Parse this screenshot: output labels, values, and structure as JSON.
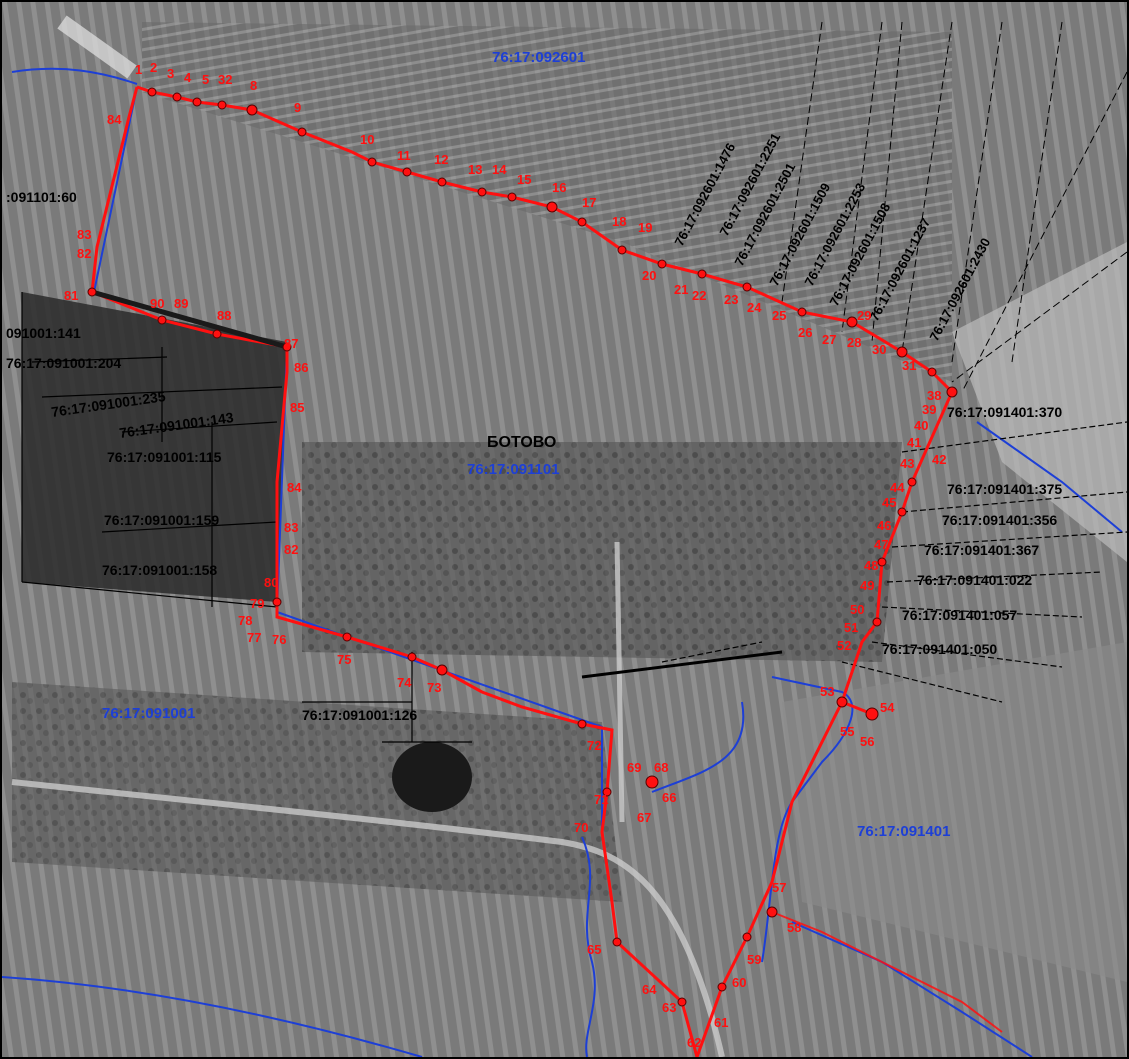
{
  "colors": {
    "boundary": "#ff1010",
    "cadastre_blue": "#1d3fd6",
    "parcel_black": "#000000",
    "aerial_base": "#6f6f6f"
  },
  "place": {
    "name": "БОТОВО"
  },
  "blue_labels": {
    "quarter_north": "76:17:092601",
    "quarter_village": "76:17:091101",
    "quarter_west": "76:17:091001",
    "quarter_east": "76:17:091401"
  },
  "parcels_left": {
    "p1": ":091101:60",
    "p2": "091001:141",
    "p3": "76:17:091001:204",
    "p4": "76:17:091001:235",
    "p5": "76:17:091001:143",
    "p6": "76:17:091001:115",
    "p7": "76:17:091001:159",
    "p8": "76:17:091001:158",
    "p9": "76:17:091001:126"
  },
  "parcels_right": {
    "r1": "76:17:091401:370",
    "r2": "76:17:091401:375",
    "r3": "76:17:091401:356",
    "r4": "76:17:091401:367",
    "r5": "76:17:091401:022",
    "r6": "76:17:091401:057",
    "r7": "76:17:091401:050"
  },
  "parcels_diagonal": {
    "d1": "76:17:092601:1476",
    "d2": "76:17:092601:2251",
    "d3": "76:17:092601:2501",
    "d4": "76:17:092601:1509",
    "d5": "76:17:092601:2253",
    "d6": "76:17:092601:1508",
    "d7": "76:17:092601:1237",
    "d8": "76:17:092601:2430"
  },
  "point_labels": {
    "t1": "1",
    "t2": "2",
    "t3": "3",
    "t4": "4",
    "t5": "5",
    "t6": "32",
    "t7": "8",
    "t8": "9",
    "t9": "10",
    "t10": "11",
    "t11": "12",
    "t12": "13",
    "t13": "14",
    "t14": "15",
    "t15": "16",
    "t16": "17",
    "t17": "18",
    "t18": "19",
    "t19": "20",
    "t20": "21",
    "t21": "22",
    "t22": "23",
    "t23": "24",
    "t24": "25",
    "t25": "26",
    "t26": "27",
    "t27": "28",
    "t28": "29",
    "t29": "30",
    "t30": "31",
    "e1": "38",
    "e2": "39",
    "e3": "40",
    "e4": "41",
    "e5": "42",
    "e6": "43",
    "e7": "44",
    "e8": "45",
    "e9": "46",
    "e10": "47",
    "e11": "48",
    "e12": "49",
    "e13": "50",
    "e14": "51",
    "e15": "52",
    "e16": "53",
    "e17": "54",
    "e18": "55",
    "e19": "56",
    "e20": "57",
    "l1": "84",
    "l2": "83",
    "l3": "82",
    "l4": "81",
    "l5": "80",
    "l6": "79",
    "l7": "78",
    "m1": "90",
    "m2": "89",
    "m3": "88",
    "m4": "87",
    "m5": "86",
    "m6": "85",
    "m7": "84",
    "m8": "83",
    "m9": "82",
    "b1": "77",
    "b2": "76",
    "b3": "75",
    "b4": "74",
    "b5": "73",
    "b6": "72",
    "s1": "71",
    "s2": "70",
    "s3": "69",
    "s4": "68",
    "s5": "67",
    "s6": "66",
    "s7": "65",
    "s8": "64",
    "s9": "63",
    "s10": "62",
    "s11": "61",
    "s12": "60",
    "s13": "59",
    "s14": "58"
  }
}
